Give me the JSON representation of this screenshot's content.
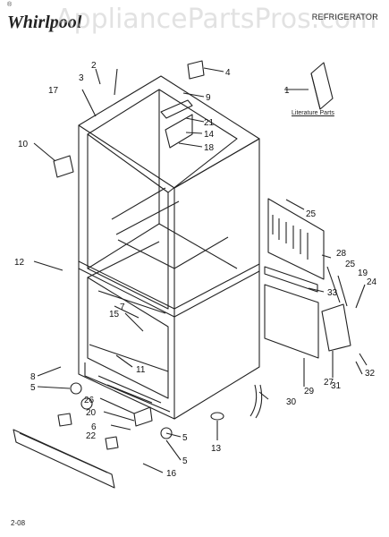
{
  "header": {
    "brand": "Whirlpool",
    "brand_mark": "®",
    "watermark": "AppliancePartsPros.com",
    "category": "REFRIGERATOR"
  },
  "literature_label": "Literature Parts",
  "page_number": "2-08",
  "callouts": [
    "1",
    "2",
    "3",
    "4",
    "5",
    "5",
    "5",
    "6",
    "7",
    "8",
    "9",
    "10",
    "11",
    "12",
    "13",
    "14",
    "15",
    "16",
    "17",
    "18",
    "19",
    "20",
    "21",
    "22",
    "24",
    "25",
    "25",
    "26",
    "27",
    "28",
    "29",
    "30",
    "31",
    "32",
    "33"
  ]
}
